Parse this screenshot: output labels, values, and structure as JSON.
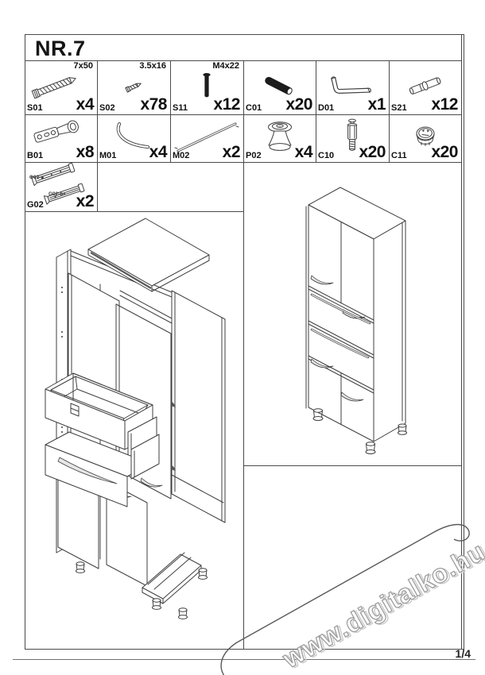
{
  "page": {
    "title": "NR.7",
    "page_number": "1/4",
    "watermark_text": "www.digitalko.hu",
    "background": "#ffffff",
    "line_color": "#4a4a4a"
  },
  "parts_grid": {
    "row1": [
      {
        "code": "S01",
        "dim": "7x50",
        "qty": "x4",
        "icon": "screw-large-icon"
      },
      {
        "code": "S02",
        "dim": "3.5x16",
        "qty": "x78",
        "icon": "screw-small-icon"
      },
      {
        "code": "S11",
        "dim": "M4x22",
        "qty": "x12",
        "icon": "black-bolt-icon"
      },
      {
        "code": "C01",
        "dim": "",
        "qty": "x20",
        "icon": "black-dowel-icon"
      },
      {
        "code": "D01",
        "dim": "",
        "qty": "x1",
        "icon": "allen-key-icon"
      },
      {
        "code": "S21",
        "dim": "",
        "qty": "x12",
        "icon": "dowel-pin-icon"
      }
    ],
    "row2": [
      {
        "code": "B01",
        "qty": "x8",
        "icon": "hinge-icon"
      },
      {
        "code": "M01",
        "qty": "x4",
        "icon": "curved-strip-icon"
      },
      {
        "code": "M02",
        "qty": "x2",
        "icon": "long-rod-icon"
      },
      {
        "code": "P02",
        "qty": "x4",
        "icon": "adjustable-foot-icon"
      },
      {
        "code": "C10",
        "qty": "x20",
        "icon": "cam-bolt-icon"
      },
      {
        "code": "C11",
        "qty": "x20",
        "icon": "cam-lock-icon"
      }
    ],
    "row3": [
      {
        "code": "G02",
        "qty": "x2",
        "icon": "drawer-slides-icon",
        "sublabel_a": "G02-a",
        "sublabel_b": "G02-b"
      }
    ]
  },
  "drawings": {
    "left": "exploded tall cabinet: side panels, top panel, two upper doors, two pull-out drawers, two lower doors, base with adjustable feet",
    "right": "assembled tall cabinet: two upper doors, two drawers with long handles, two lower doors, feet"
  }
}
